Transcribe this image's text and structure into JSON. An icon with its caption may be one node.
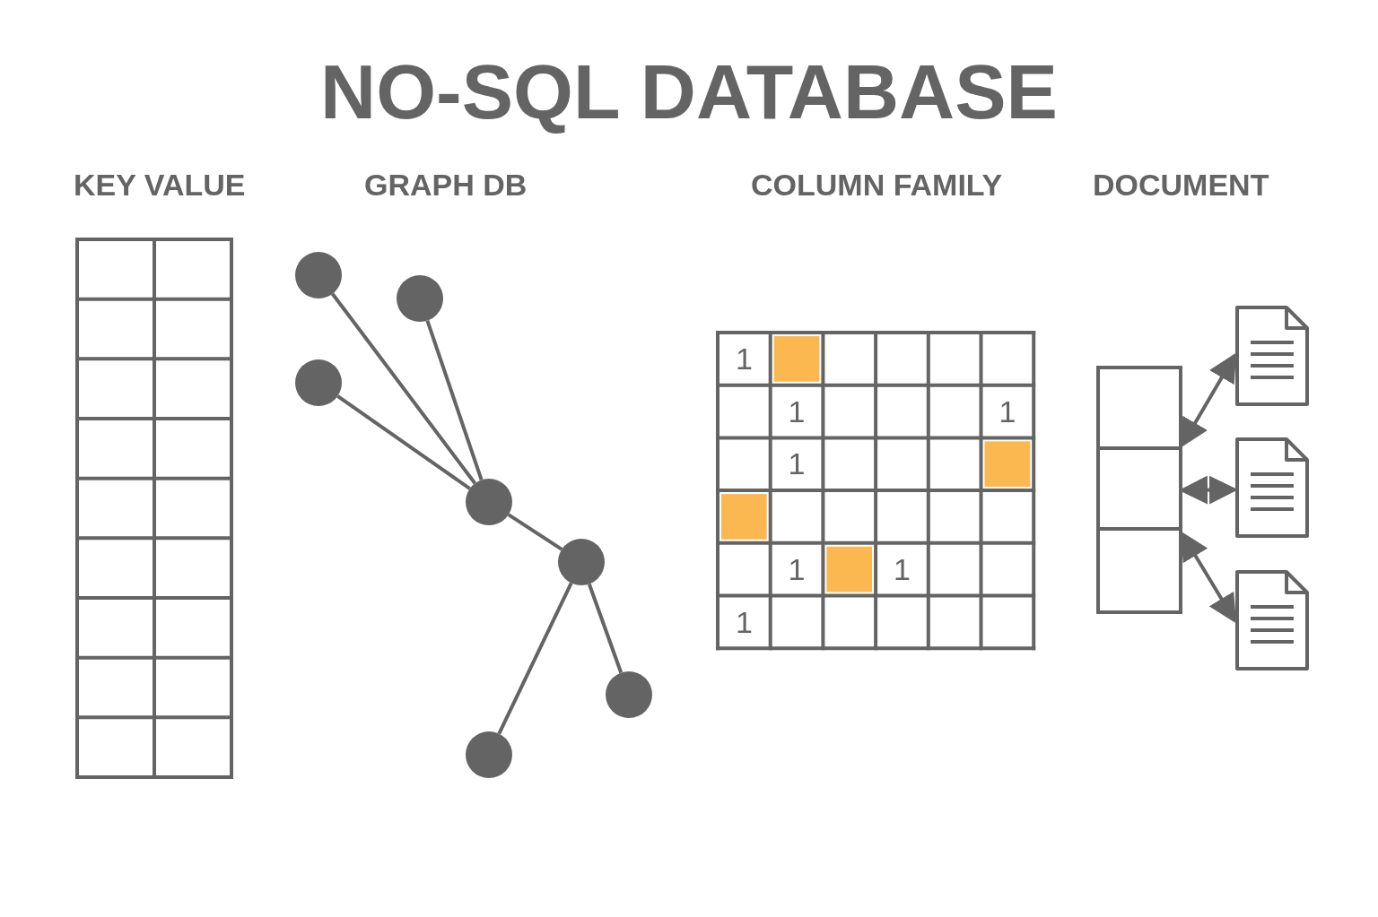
{
  "diagram": {
    "title": "NO-SQL DATABASE",
    "nodes": [
      {
        "text": [],
        "shape": "circle"
      },
      {
        "text": [],
        "shape": "circle"
      },
      {
        "text": [],
        "shape": "circle"
      },
      {
        "text": [],
        "shape": "circle"
      },
      {
        "text": [],
        "shape": "circle"
      },
      {
        "text": [],
        "shape": "circle"
      },
      {
        "text": [],
        "shape": "circle"
      },
      {
        "text": [],
        "shape": "box"
      },
      {
        "text": [],
        "shape": "box"
      },
      {
        "text": [],
        "shape": "box"
      },
      {
        "text": [],
        "shape": "document"
      },
      {
        "text": [],
        "shape": "document"
      },
      {
        "text": [],
        "shape": "document"
      }
    ],
    "edges": [
      {
        "from": 0,
        "to": 3,
        "arrow": "none"
      },
      {
        "from": 1,
        "to": 3,
        "arrow": "none"
      },
      {
        "from": 2,
        "to": 3,
        "arrow": "none"
      },
      {
        "from": 3,
        "to": 4,
        "arrow": "none"
      },
      {
        "from": 4,
        "to": 5,
        "arrow": "none"
      },
      {
        "from": 4,
        "to": 6,
        "arrow": "none"
      },
      {
        "from": 7,
        "to": 10,
        "arrow": "both"
      },
      {
        "from": 8,
        "to": 11,
        "arrow": "both"
      },
      {
        "from": 9,
        "to": 12,
        "arrow": "both"
      }
    ],
    "labels": [
      "KEY VALUE",
      "GRAPH DB",
      "COLUMN FAMILY",
      "DOCUMENT",
      "1",
      "1",
      "1",
      "1",
      "1",
      "1",
      "1"
    ]
  }
}
